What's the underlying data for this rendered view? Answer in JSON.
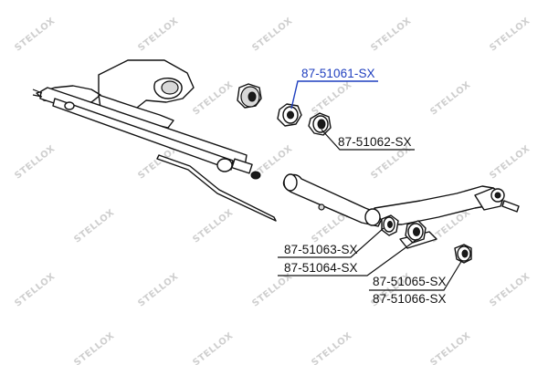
{
  "watermark": {
    "text": "STELLOX"
  },
  "callouts": [
    {
      "id": "87-51061",
      "text": "87-51061-SX",
      "highlight": true
    },
    {
      "id": "87-51062",
      "text": "87-51062-SX",
      "highlight": false
    },
    {
      "id": "87-51063",
      "text": "87-51063-SX",
      "highlight": false
    },
    {
      "id": "87-51064",
      "text": "87-51064-SX",
      "highlight": false
    },
    {
      "id": "87-51065",
      "text": "87-51065-SX",
      "highlight": false
    },
    {
      "id": "87-51066",
      "text": "87-51066-SX",
      "highlight": false
    }
  ],
  "colors": {
    "highlight": "#1f3fbf",
    "line": "#111111",
    "watermark": "#cfcfcf"
  }
}
